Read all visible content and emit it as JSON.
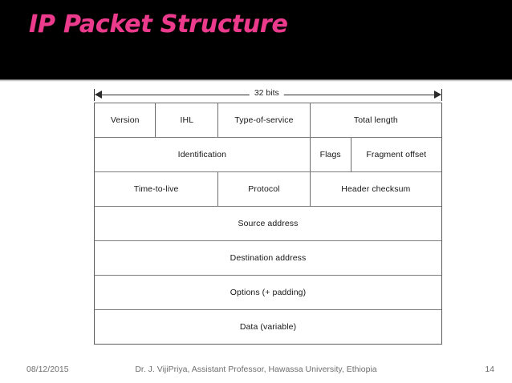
{
  "slide": {
    "title": "IP Packet Structure",
    "title_color": "#ec3a8d",
    "banner_color": "#000000",
    "background_color": "#ffffff"
  },
  "diagram": {
    "width_label": "32 bits",
    "rows": [
      {
        "cells": [
          {
            "label": "Version",
            "width_pct": 17.7
          },
          {
            "label": "IHL",
            "width_pct": 18.0
          },
          {
            "label": "Type-of-service",
            "width_pct": 26.5
          },
          {
            "label": "Total length",
            "width_pct": 37.8
          }
        ]
      },
      {
        "cells": [
          {
            "label": "Identification",
            "width_pct": 62.2
          },
          {
            "label": "Flags",
            "width_pct": 11.8
          },
          {
            "label": "Fragment offset",
            "width_pct": 26.0
          }
        ]
      },
      {
        "cells": [
          {
            "label": "Time-to-live",
            "width_pct": 35.7
          },
          {
            "label": "Protocol",
            "width_pct": 26.5
          },
          {
            "label": "Header checksum",
            "width_pct": 37.8
          }
        ]
      },
      {
        "cells": [
          {
            "label": "Source address",
            "width_pct": 100
          }
        ]
      },
      {
        "cells": [
          {
            "label": "Destination address",
            "width_pct": 100
          }
        ]
      },
      {
        "cells": [
          {
            "label": "Options (+ padding)",
            "width_pct": 100
          }
        ]
      },
      {
        "cells": [
          {
            "label": "Data (variable)",
            "width_pct": 100
          }
        ]
      }
    ]
  },
  "footer": {
    "date": "08/12/2015",
    "attribution": "Dr. J. VijiPriya, Assistant Professor, Hawassa University, Ethiopia",
    "page_number": "14"
  }
}
